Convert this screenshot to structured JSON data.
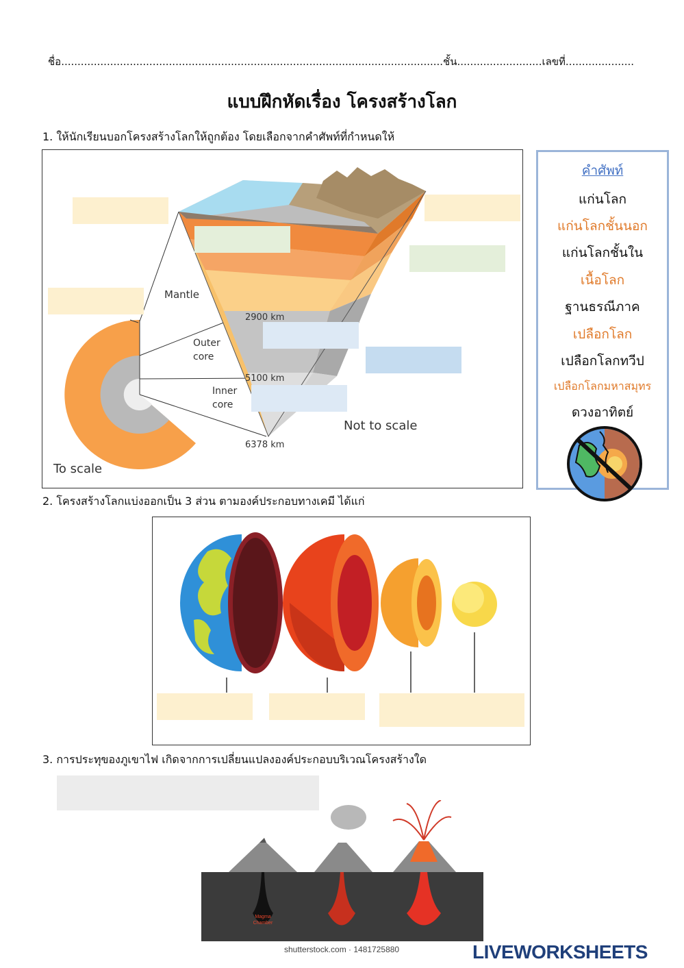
{
  "header": {
    "name_line": "ชื่อ.....................................................................................................................ชั้น..........................เลขที่.....................",
    "title": "แบบฝึกหัดเรื่อง โครงสร้างโลก"
  },
  "questions": {
    "q1": "1. ให้นักเรียนบอกโครงสร้างโลกให้ถูกต้อง โดยเลือกจากคำศัพท์ที่กำหนดให้",
    "q2": "2. โครงสร้างโลกแบ่งออกเป็น 3 ส่วน ตามองค์ประกอบทางเคมี ได้แก่",
    "q3": "3. การประทุของภูเขาไฟ เกิดจากการเปลี่ยนแปลงองค์ประกอบบริเวณโครงสร้างใด"
  },
  "diagram1": {
    "mantle": "Mantle",
    "outer_core": [
      "Outer",
      "core"
    ],
    "inner_core": [
      "Inner",
      "core"
    ],
    "depth_2900": "2900 km",
    "depth_5100": "5100 km",
    "depth_6378": "6378 km",
    "not_to_scale": "Not to scale",
    "to_scale": "To scale"
  },
  "word_bank": {
    "title": "คำศัพท์",
    "words": [
      {
        "text": "แก่นโลก",
        "color": "black"
      },
      {
        "text": "แก่นโลกชั้นนอก",
        "color": "orange"
      },
      {
        "text": "แก่นโลกชั้นใน",
        "color": "black"
      },
      {
        "text": "เนื้อโลก",
        "color": "orange"
      },
      {
        "text": "ฐานธรณีภาค",
        "color": "black"
      },
      {
        "text": "เปลือกโลก",
        "color": "orange"
      },
      {
        "text": "เปลือกโลกทวีป",
        "color": "black"
      },
      {
        "text": "เปลือกโลกมหาสมุทร",
        "color": "orange"
      },
      {
        "text": "ดวงอาทิตย์",
        "color": "black"
      }
    ]
  },
  "volcano": {
    "magma_label": [
      "Magma",
      "Chamber"
    ],
    "credit": "shutterstock.com · 1481725880"
  },
  "footer": {
    "brand": "LIVEWORKSHEETS"
  },
  "colors": {
    "answer_cream": "#fdf0cf",
    "answer_green": "#e4efda",
    "answer_blue": "#dde9f5",
    "panel_border": "#9bb5d9",
    "orange_word": "#e07a2a"
  }
}
